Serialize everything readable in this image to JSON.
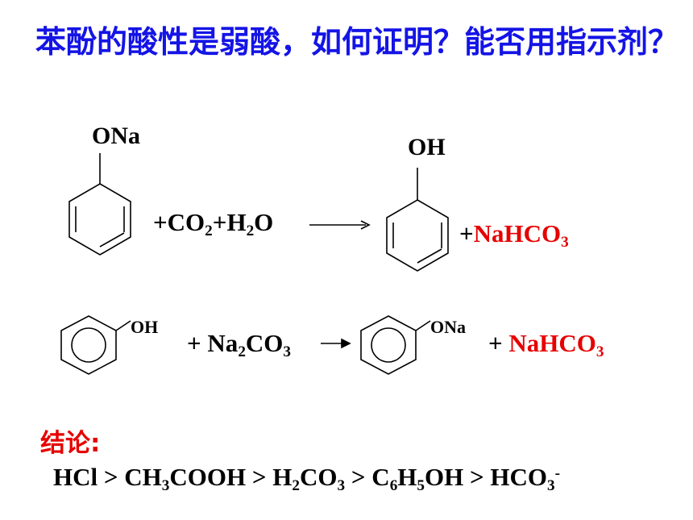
{
  "title": "苯酚的酸性是弱酸，如何证明？能否用指示剂？",
  "reaction1": {
    "reactant_substituent": "ONa",
    "reagents": {
      "part1": "+CO",
      "sub1": "2",
      "part2": "+H",
      "sub2": "2",
      "part3": "O"
    },
    "product_substituent": "OH",
    "byproduct": {
      "plus": "+",
      "text": "NaHCO",
      "sub": "3"
    }
  },
  "reaction2": {
    "reactant_substituent": "OH",
    "reagents": {
      "part1": "+ Na",
      "sub1": "2",
      "part2": "CO",
      "sub2": "3"
    },
    "product_substituent": "ONa",
    "byproduct": {
      "plus": "+ ",
      "text": "NaHCO",
      "sub": "3"
    }
  },
  "conclusion": {
    "label": "结论:",
    "order": {
      "a": "HCl > CH",
      "a_sub": "3",
      "b": "COOH > H",
      "b_sub": "2",
      "c": "CO",
      "c_sub": "3",
      "d": " > C",
      "d_sub": "6",
      "e": "H",
      "e_sub": "5",
      "f": "OH > HCO",
      "f_sub": "3",
      "f_sup": "-"
    }
  },
  "colors": {
    "title": "#1414e6",
    "highlight": "#e60000",
    "text": "#000000"
  }
}
